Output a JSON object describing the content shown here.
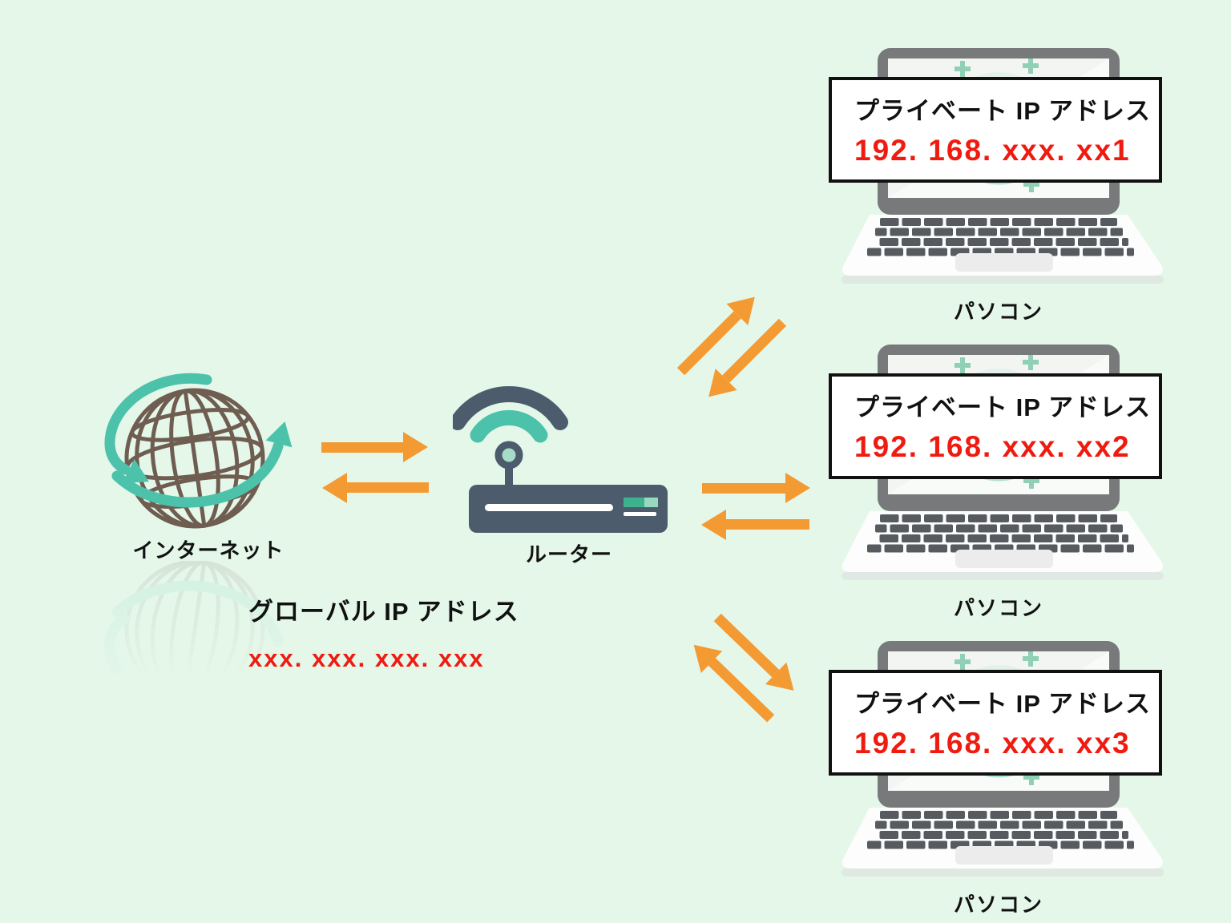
{
  "palette": {
    "bg": "#e4f7e9",
    "orange": "#f49a33",
    "teal": "#4cc2ab",
    "teal_soft": "#8fd0b6",
    "slate": "#4d5c6d",
    "brown": "#6e5d50",
    "red": "#f01b10",
    "key": "#575b5f",
    "bezel": "#77797b",
    "ink": "#111111"
  },
  "internet": {
    "label": "インターネット"
  },
  "router": {
    "label": "ルーター"
  },
  "global_ip": {
    "title": "グローバル IP アドレス",
    "value": "xxx. xxx. xxx. xxx"
  },
  "computers": [
    {
      "label": "パソコン",
      "ip_title": "プライベート IP アドレス",
      "ip_value": "192. 168. xxx. xx1"
    },
    {
      "label": "パソコン",
      "ip_title": "プライベート IP アドレス",
      "ip_value": "192. 168. xxx. xx2"
    },
    {
      "label": "パソコン",
      "ip_title": "プライベート IP アドレス",
      "ip_value": "192. 168. xxx. xx3"
    }
  ]
}
